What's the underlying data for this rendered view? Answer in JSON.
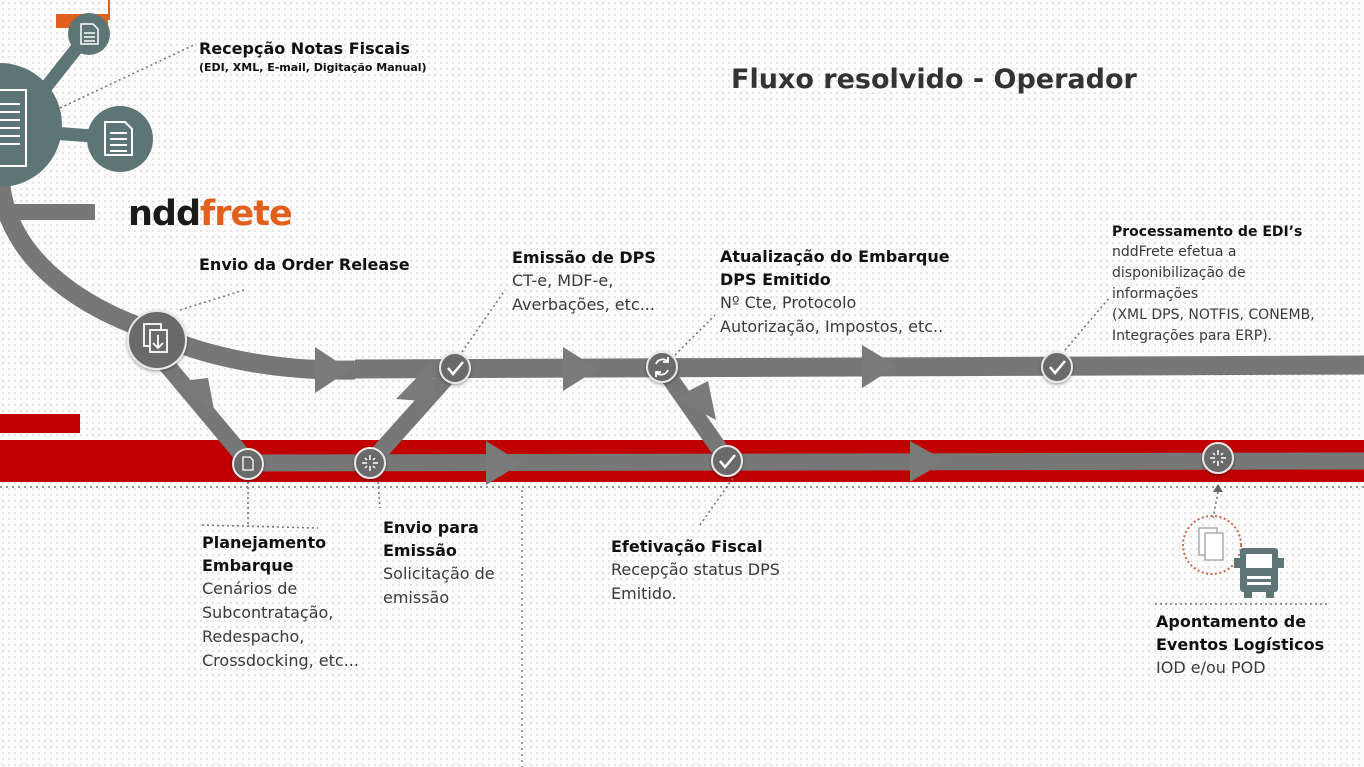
{
  "title": "Fluxo resolvido - Operador",
  "brand": {
    "part1": "ndd",
    "part2": "frete"
  },
  "steps": {
    "recepcao": {
      "heading": "Recepção Notas Fiscais",
      "detail": "(EDI, XML, E-mail, Digitação Manual)"
    },
    "envio_order": {
      "heading": "Envio da Order Release"
    },
    "emissao_dps": {
      "heading": "Emissão de DPS",
      "lines": [
        "CT-e, MDF-e,",
        "Averbações, etc..."
      ]
    },
    "atualizacao": {
      "heading_lines": [
        "Atualização do Embarque",
        "DPS Emitido"
      ],
      "lines": [
        "Nº Cte, Protocolo",
        "Autorização, Impostos, etc.."
      ]
    },
    "processamento": {
      "heading": "Processamento de EDI’s",
      "lines": [
        "nddFrete efetua a",
        "disponibilização de",
        "informações",
        "(XML DPS, NOTFIS, CONEMB,",
        "Integrações para ERP)."
      ]
    },
    "planejamento": {
      "heading_lines": [
        "Planejamento",
        "Embarque"
      ],
      "lines": [
        "Cenários de",
        "Subcontratação,",
        "Redespacho,",
        "Crossdocking, etc..."
      ]
    },
    "envio_emissao": {
      "heading_lines": [
        "Envio para",
        "Emissão"
      ],
      "lines": [
        "Solicitação de",
        "emissão"
      ]
    },
    "efetivacao": {
      "heading": "Efetivação Fiscal",
      "lines": [
        "Recepção status DPS",
        "Emitido."
      ]
    },
    "apontamento": {
      "heading_lines": [
        "Apontamento de",
        "Eventos Logísticos"
      ],
      "lines": [
        "IOD e/ou POD"
      ]
    }
  },
  "icons": {
    "hub_small_doc": "document-icon",
    "hub_doc": "document-icon",
    "hub_big_doc": "document-stack-icon",
    "order_release": "documents-icon",
    "planejamento": "document-icon",
    "envio_emissao": "spark-icon",
    "emissao_dps": "check-icon",
    "atualizacao": "refresh-icon",
    "efetivacao": "check-icon",
    "processamento": "check-icon",
    "apontamento_event": "spark-icon",
    "apontamento_docs": "documents-icon",
    "truck": "truck-icon"
  },
  "colors": {
    "track_gray": "#777777",
    "node_gray": "#6b6b6b",
    "hub_teal": "#5e7575",
    "accent_red": "#c00000",
    "brand_orange": "#e2601e",
    "divider": "#9a9a9a"
  }
}
